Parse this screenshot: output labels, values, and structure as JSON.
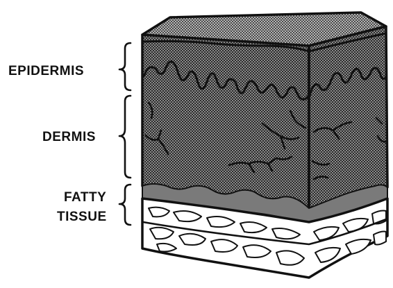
{
  "labels": {
    "epidermis": "EPIDERMIS",
    "dermis": "DERMIS",
    "fatty_line1": "FATTY",
    "fatty_line2": "TISSUE"
  },
  "colors": {
    "ink": "#111111",
    "stipple": "#6e6e6e",
    "background": "#ffffff"
  }
}
